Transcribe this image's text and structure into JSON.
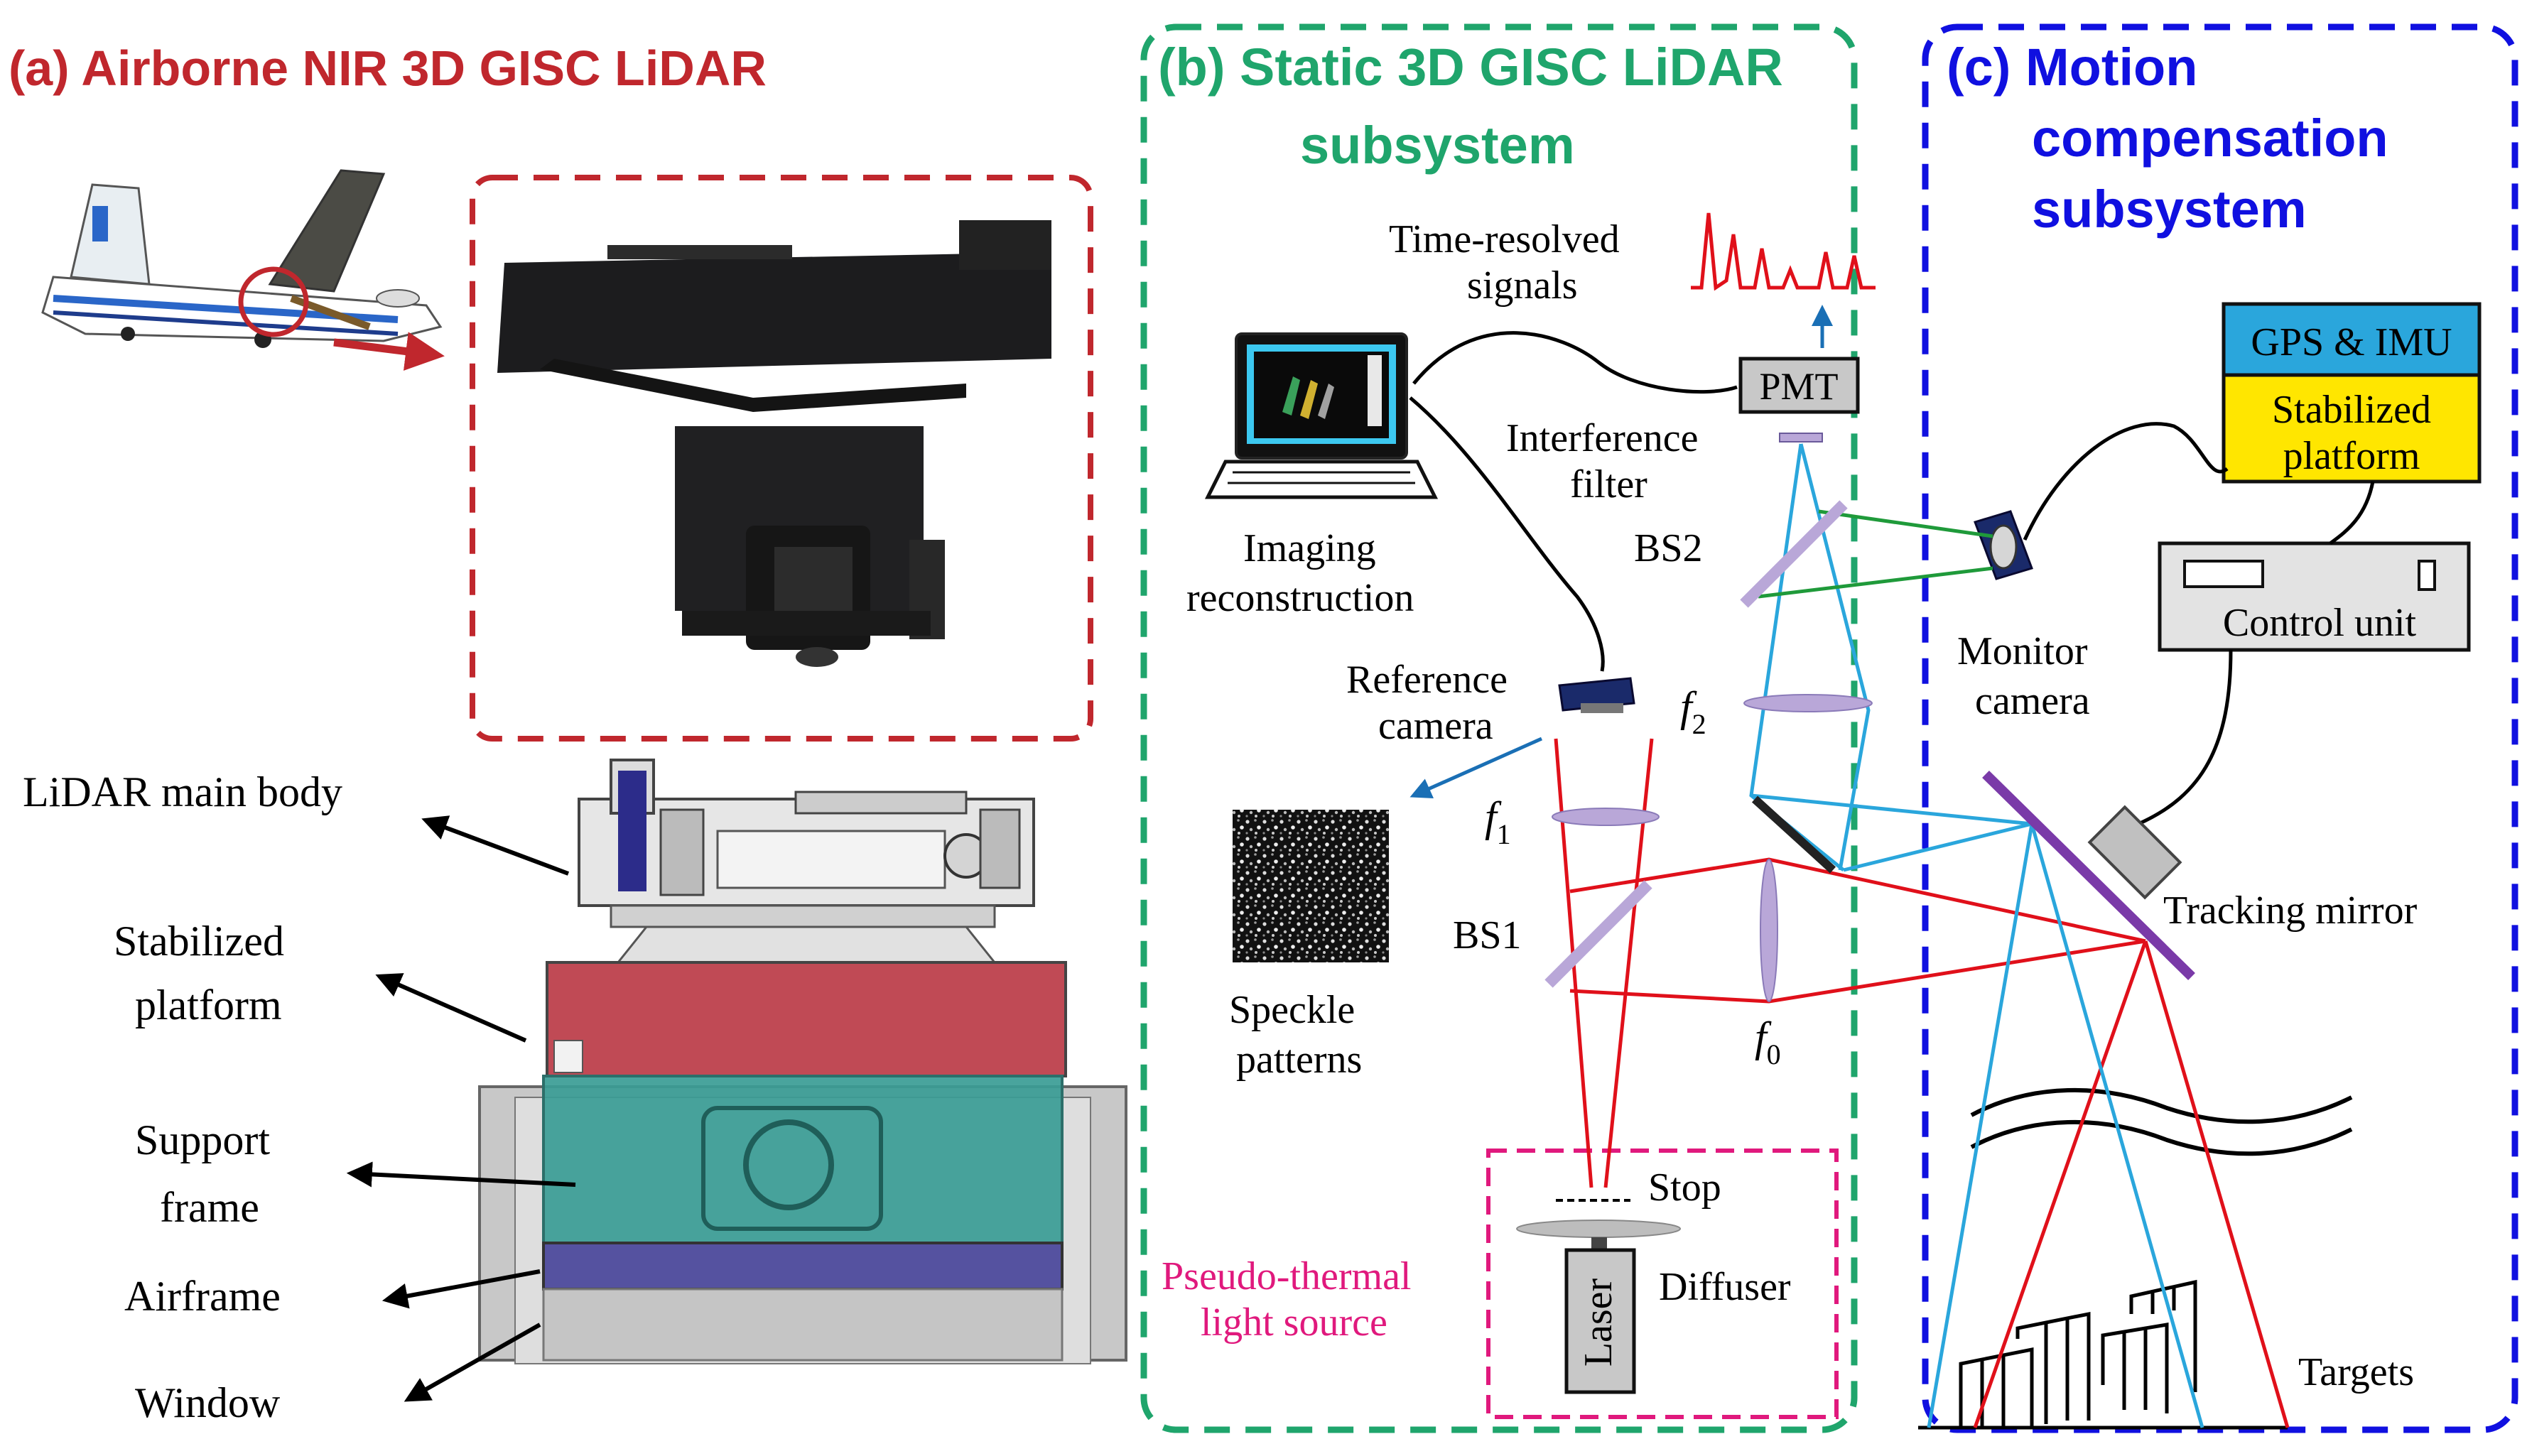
{
  "panels": {
    "a": {
      "title": "(a) Airborne NIR 3D GISC LiDAR"
    },
    "b": {
      "title_line1": "(b) Static 3D GISC LiDAR",
      "title_line2": "subsystem"
    },
    "c": {
      "title_line1": "(c) Motion",
      "title_line2": "compensation",
      "title_line3": "subsystem"
    }
  },
  "labels": {
    "lidar_main_body": "LiDAR main body",
    "stabilized_platform_l1": "Stabilized",
    "stabilized_platform_l2": "platform",
    "support_frame_l1": "Support",
    "support_frame_l2": "frame",
    "airframe": "Airframe",
    "window": "Window",
    "time_resolved_l1": "Time-resolved",
    "time_resolved_l2": "signals",
    "pmt": "PMT",
    "interference_l1": "Interference",
    "interference_l2": "filter",
    "bs2": "BS2",
    "bs1": "BS1",
    "imaging_l1": "Imaging",
    "imaging_l2": "reconstruction",
    "reference_l1": "Reference",
    "reference_l2": "camera",
    "speckle_l1": "Speckle",
    "speckle_l2": "patterns",
    "f": "f",
    "sub0": "0",
    "sub1": "1",
    "sub2": "2",
    "stop": "Stop",
    "diffuser": "Diffuser",
    "laser": "Laser",
    "pseudo_l1": "Pseudo-thermal",
    "pseudo_l2": "light source",
    "gps_imu": "GPS & IMU",
    "stab_box_l1": "Stabilized",
    "stab_box_l2": "platform",
    "control_unit": "Control unit",
    "monitor_l1": "Monitor",
    "monitor_l2": "camera",
    "tracking_mirror": "Tracking mirror",
    "targets": "Targets"
  },
  "colors": {
    "panel_a": "#c0272d",
    "panel_b": "#1fa56c",
    "panel_c": "#1010e0",
    "beam_red": "#e0101a",
    "beam_blue": "#2aa6dc",
    "beam_green": "#1f9a3a",
    "pseudo": "#e0197d",
    "gps_fill": "#2aa6dc",
    "stab_fill": "#ffe600",
    "lens": "#b9a7d8"
  }
}
